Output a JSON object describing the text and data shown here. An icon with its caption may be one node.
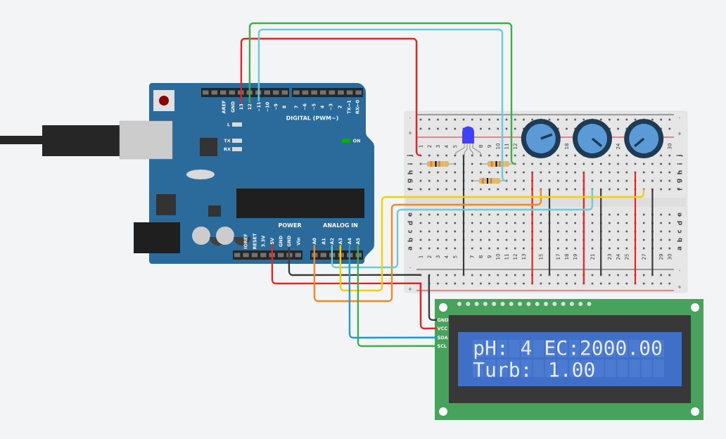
{
  "diagram": {
    "nodes": [
      {
        "text": [
          "AREF",
          "GND",
          "~10",
          "~9",
          "8",
          "7",
          "~6",
          "~5",
          "4",
          "~3",
          "2",
          "TX→1",
          "RX←0",
          "DIGITAL (PWM~)",
          "L",
          "TX",
          "RX",
          "ON",
          "POWER",
          "ANALOG IN",
          "IOREF",
          "RESET",
          "3.3V",
          "GND",
          "Vin",
          "A1"
        ]
      },
      {
        "text": [
          "13"
        ],
        "in": 0
      },
      {
        "text": [
          "12"
        ],
        "in": 0
      },
      {
        "text": [
          "~11"
        ],
        "in": 0
      },
      {
        "text": [
          "5V"
        ],
        "in": 0
      },
      {
        "text": [
          "GND"
        ],
        "in": 0
      },
      {
        "text": [
          "A0"
        ],
        "in": 0
      },
      {
        "text": [
          "A2"
        ],
        "in": 0
      },
      {
        "text": [
          "A3"
        ],
        "in": 0
      },
      {
        "text": [
          "A4"
        ],
        "in": 0
      },
      {
        "text": [
          "A5"
        ],
        "in": 0
      },
      {
        "text": [
          "-",
          "+",
          "-",
          "+",
          "1",
          "2",
          "3",
          "4",
          "5",
          "8",
          "9",
          "10",
          "11",
          "12",
          "18",
          "24",
          "30",
          "j",
          "i",
          "h",
          "g",
          "f",
          "e",
          "d",
          "c",
          "b",
          "a",
          "j",
          "i",
          "h",
          "g",
          "f",
          "e",
          "d",
          "c",
          "b",
          "a",
          "1",
          "2",
          "3",
          "4",
          "5",
          "7",
          "8",
          "9",
          "10",
          "11",
          "12",
          "13",
          "15",
          "17",
          "18",
          "19",
          "21",
          "23",
          "24",
          "25",
          "27",
          "29",
          "30",
          "-",
          "+",
          "-",
          "+"
        ]
      },
      {
        "text": [
          "pH: 4 EC:2000.00",
          "Turb: 1.00"
        ]
      },
      {
        "text": [
          "GND"
        ],
        "in": 12
      },
      {
        "text": [
          "VCC"
        ],
        "in": 12
      },
      {
        "text": [
          "SDA"
        ],
        "in": 12
      },
      {
        "text": [
          "SCL"
        ],
        "in": 12
      }
    ],
    "edges": [
      {
        "from": 1,
        "to": 11,
        "arrow": "none",
        "color": "#e8221e"
      },
      {
        "from": 2,
        "to": 11,
        "arrow": "none",
        "color": "#3dae49"
      },
      {
        "from": 3,
        "to": 11,
        "arrow": "none",
        "color": "#6ccbda"
      },
      {
        "from": 4,
        "to": 11,
        "arrow": "none",
        "color": "#e8221e"
      },
      {
        "from": 5,
        "to": 11,
        "arrow": "none",
        "color": "#3a3a3a"
      },
      {
        "from": 6,
        "to": 11,
        "arrow": "none",
        "color": "#f08a1c"
      },
      {
        "from": 7,
        "to": 11,
        "arrow": "none",
        "color": "#6ccbda"
      },
      {
        "from": 8,
        "to": 11,
        "arrow": "none",
        "color": "#f5d000"
      },
      {
        "from": 9,
        "to": 15,
        "arrow": "none",
        "color": "#1e9ad8"
      },
      {
        "from": 10,
        "to": 16,
        "arrow": "none",
        "color": "#3dae49"
      },
      {
        "from": 11,
        "to": 14,
        "arrow": "none",
        "color": "#e8221e"
      },
      {
        "from": 11,
        "to": 13,
        "arrow": "none",
        "color": "#3a3a3a"
      }
    ]
  }
}
